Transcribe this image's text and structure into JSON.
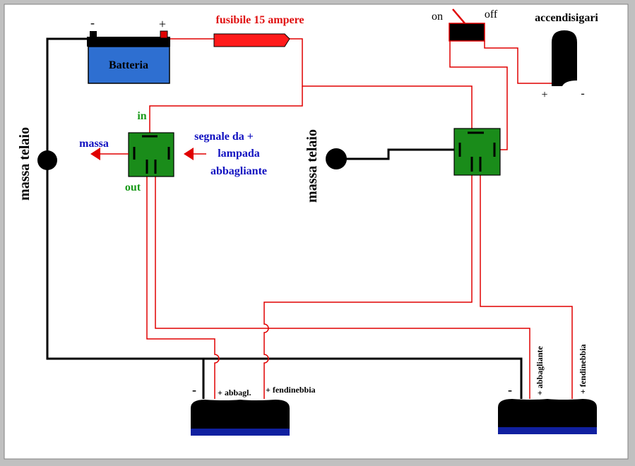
{
  "labels": {
    "fuse": "fusibile 15 ampere",
    "battery": "Batteria",
    "battery_minus": "-",
    "battery_plus": "+",
    "switch_on": "on",
    "switch_off": "off",
    "lighter": "accendisigari",
    "lighter_plus": "+",
    "lighter_minus": "-",
    "relay_in": "in",
    "relay_out": "out",
    "ground": "massa",
    "signal_line1": "segnale da +",
    "signal_line2": "lampada",
    "signal_line3": "abbagliante",
    "chassis_left": "massa telaio",
    "chassis_right": "massa telaio",
    "lamp_left_minus": "-",
    "lamp_left_high": "+ abbagl.",
    "lamp_left_fog": "+ fendinebbia",
    "lamp_right_minus": "-",
    "lamp_right_high": "+ abbagliante",
    "lamp_right_fog": "+ fendinebbia"
  },
  "colors": {
    "wire_red": "#e00000",
    "wire_black": "#000000",
    "relay_green": "#1a8c1a",
    "battery_blue": "#2e6fd1",
    "fuse_red": "#ff1a1a",
    "label_red": "#e01010",
    "label_green": "#1a9a1a",
    "label_blue": "#1010c0",
    "lamp_blue": "#1020a0"
  }
}
